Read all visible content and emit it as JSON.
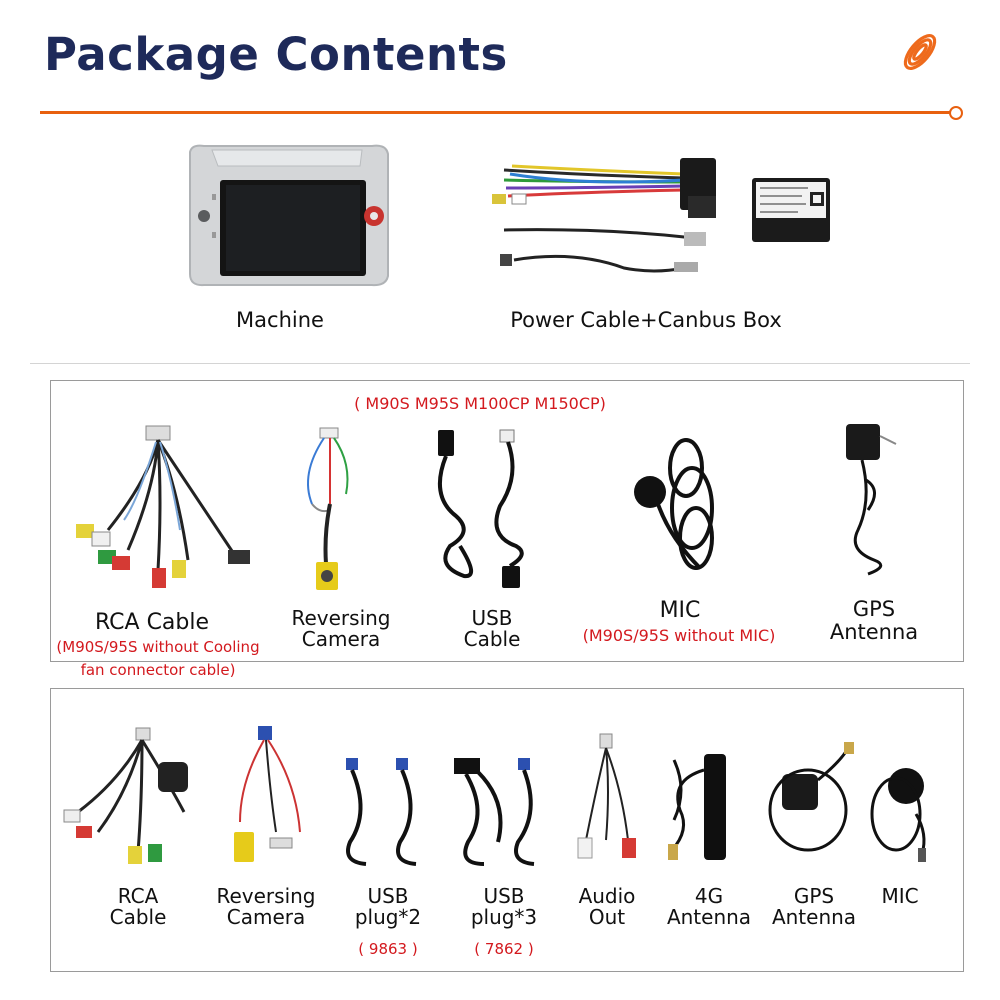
{
  "header": {
    "title": "Package Contents",
    "accent_color": "#e8600f",
    "title_color": "#1e2a5a",
    "logo_icon": "orange-spiral-logo"
  },
  "top_row": {
    "items": [
      {
        "label": "Machine",
        "icon": "car-radio-unit"
      },
      {
        "label": "Power Cable+Canbus Box",
        "icon": "wiring-harness-and-canbus-box"
      }
    ]
  },
  "box1": {
    "models_note": "( M90S M95S M100CP M150CP)",
    "items": [
      {
        "label": "RCA Cable",
        "note": "(M90S/95S without Cooling fan connector cable)",
        "icon": "rca-cable"
      },
      {
        "label": "Reversing Camera",
        "icon": "reversing-camera-cable"
      },
      {
        "label": "USB Cable",
        "icon": "usb-cable"
      },
      {
        "label": "MIC",
        "note": "(M90S/95S without MIC)",
        "icon": "microphone"
      },
      {
        "label": "GPS Antenna",
        "icon": "gps-antenna"
      }
    ],
    "rca_note_line1": "(M90S/95S without Cooling",
    "rca_note_line2": "fan connector cable)"
  },
  "box2": {
    "items": [
      {
        "label_line1": "RCA",
        "label_line2": "Cable",
        "icon": "rca-cable"
      },
      {
        "label_line1": "Reversing",
        "label_line2": "Camera",
        "icon": "reversing-camera-cable"
      },
      {
        "label_line1": "USB",
        "label_line2": "plug*2",
        "note": "( 9863 )",
        "icon": "usb-plug"
      },
      {
        "label_line1": "USB",
        "label_line2": "plug*3",
        "note": "( 7862 )",
        "icon": "usb-plug"
      },
      {
        "label_line1": "Audio",
        "label_line2": "Out",
        "icon": "audio-out-cable"
      },
      {
        "label_line1": "4G",
        "label_line2": "Antenna",
        "icon": "4g-antenna"
      },
      {
        "label_line1": "GPS",
        "label_line2": "Antenna",
        "icon": "gps-antenna"
      },
      {
        "label_line1": "MIC",
        "label_line2": "",
        "icon": "microphone"
      }
    ]
  }
}
